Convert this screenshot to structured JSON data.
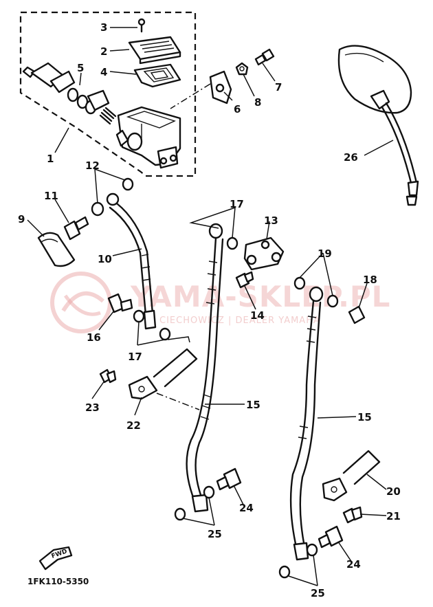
{
  "watermark": {
    "brand": "YAMA-SKLEP.PL",
    "tagline": "CIECHOWICZ | DEALER YAMAHA"
  },
  "drawing_code": "1FK110-5350",
  "direction_badge": "FWD",
  "callouts": {
    "c1": "1",
    "c2": "2",
    "c3": "3",
    "c4": "4",
    "c5": "5",
    "c6": "6",
    "c7": "7",
    "c8": "8",
    "c9": "9",
    "c10": "10",
    "c11": "11",
    "c12": "12",
    "c13": "13",
    "c14": "14",
    "c15a": "15",
    "c15b": "15",
    "c16": "16",
    "c17a": "17",
    "c17b": "17",
    "c18": "18",
    "c19": "19",
    "c20": "20",
    "c21": "21",
    "c22": "22",
    "c23": "23",
    "c24a": "24",
    "c24b": "24",
    "c25a": "25",
    "c25b": "25",
    "c26": "26"
  }
}
